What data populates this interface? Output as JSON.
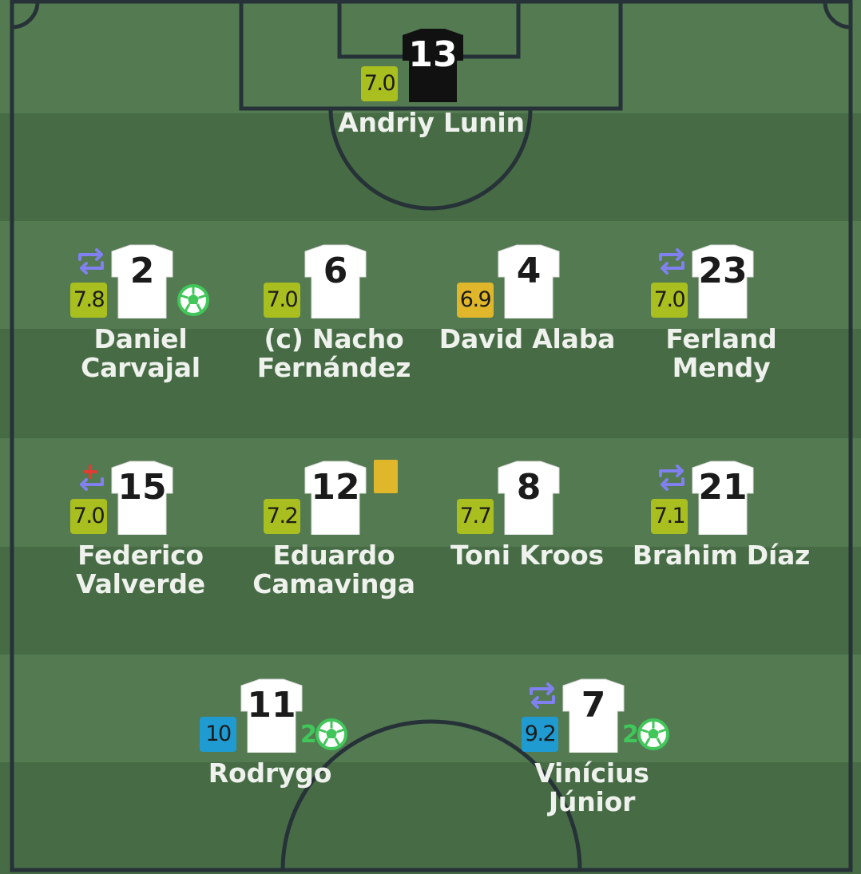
{
  "colors": {
    "rating_yellow": "#a9be1f",
    "rating_orange": "#e0b72a",
    "rating_blue": "#1f9bd1",
    "sub_arrow": "#8080f0",
    "injury_cross": "#e03c31",
    "goal_green": "#41c65a",
    "yellow_card": "#e0b72a"
  },
  "goalkeeper": {
    "number": "13",
    "rating": "7.0",
    "name": "Andriy Lunin"
  },
  "defenders": [
    {
      "number": "2",
      "rating": "7.8",
      "name_line1": "Daniel",
      "name_line2": "Carvajal",
      "substituted": true,
      "goal": true
    },
    {
      "number": "6",
      "rating": "7.0",
      "name_line1": "(c) Nacho",
      "name_line2": "Fernández"
    },
    {
      "number": "4",
      "rating": "6.9",
      "name_line1": "David Alaba",
      "name_line2": ""
    },
    {
      "number": "23",
      "rating": "7.0",
      "name_line1": "Ferland",
      "name_line2": "Mendy",
      "substituted": true
    }
  ],
  "midfielders": [
    {
      "number": "15",
      "rating": "7.0",
      "name_line1": "Federico",
      "name_line2": "Valverde",
      "injury_substitution": true
    },
    {
      "number": "12",
      "rating": "7.2",
      "name_line1": "Eduardo",
      "name_line2": "Camavinga",
      "yellow_card": true
    },
    {
      "number": "8",
      "rating": "7.7",
      "name_line1": "Toni Kroos",
      "name_line2": ""
    },
    {
      "number": "21",
      "rating": "7.1",
      "name_line1": "Brahim Díaz",
      "name_line2": "",
      "substituted": true
    }
  ],
  "forwards": [
    {
      "number": "11",
      "rating": "10",
      "name": "Rodrygo",
      "goals": "2"
    },
    {
      "number": "7",
      "rating": "9.2",
      "name": "Vinícius Júnior",
      "goals": "2",
      "substituted": true
    }
  ]
}
